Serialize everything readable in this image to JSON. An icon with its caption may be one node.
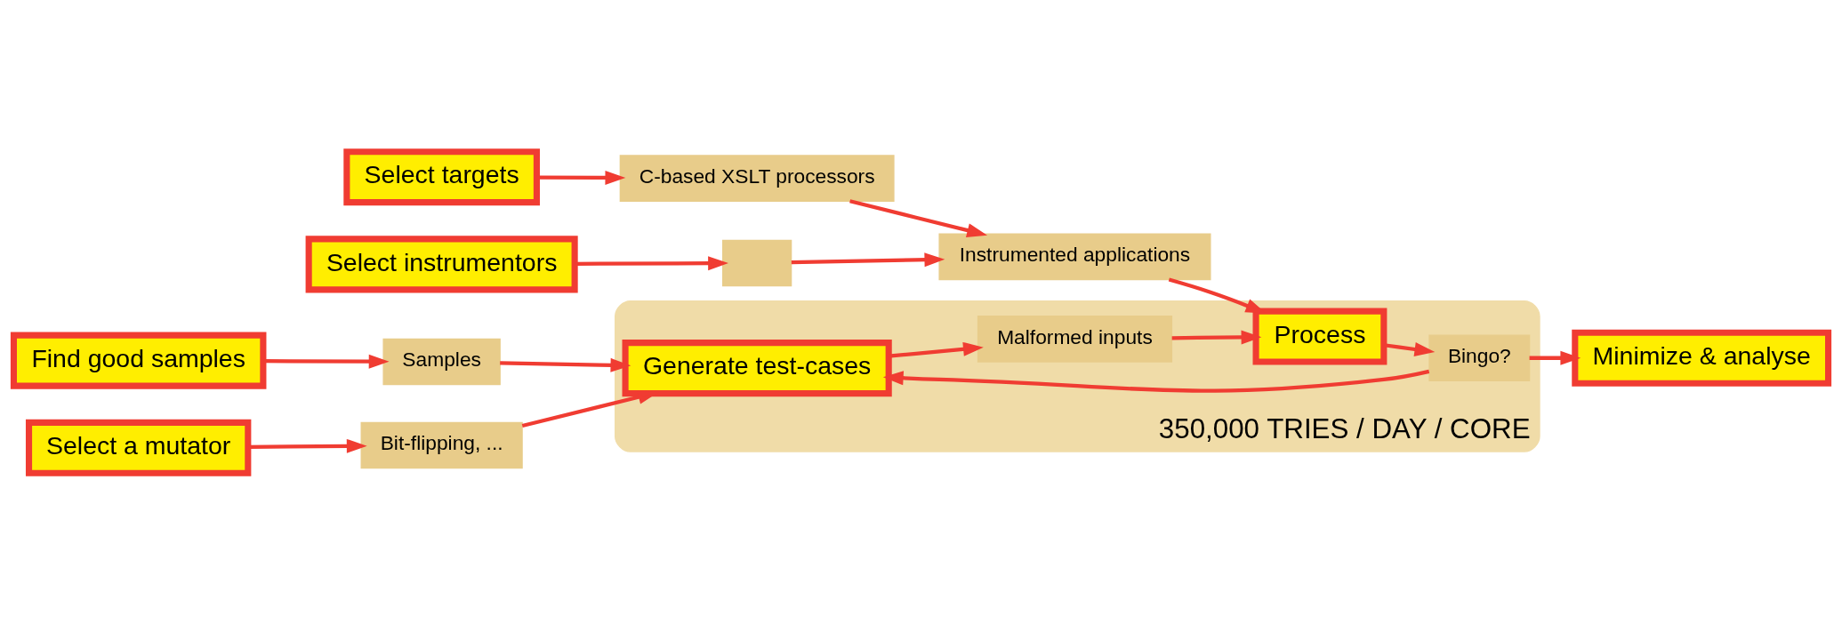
{
  "diagram": {
    "nodes": [
      {
        "text": [
          "350,000 TRIES / DAY / CORE"
        ]
      },
      {
        "text": [
          "Find good samples"
        ]
      },
      {
        "text": [
          "Samples"
        ]
      },
      {
        "text": [
          "Select a mutator"
        ]
      },
      {
        "text": [
          "Bit-flipping, ..."
        ]
      },
      {
        "text": [
          "Select targets"
        ]
      },
      {
        "text": [
          "C-based XSLT processors"
        ]
      },
      {
        "text": [
          "Select instrumentors"
        ]
      },
      {
        "text": [],
        "shape": "box"
      },
      {
        "text": [
          "Generate test-cases"
        ],
        "in": 0
      },
      {
        "text": [
          "Malformed inputs"
        ],
        "in": 0
      },
      {
        "text": [
          "Process"
        ],
        "in": 0
      },
      {
        "text": [
          "Bingo?"
        ],
        "in": 0
      },
      {
        "text": [
          "Instrumented applications"
        ]
      },
      {
        "text": [
          "Minimize & analyse"
        ]
      }
    ],
    "edges": [
      {
        "from": 1,
        "to": 2,
        "arrow": "to"
      },
      {
        "from": 2,
        "to": 9,
        "arrow": "to"
      },
      {
        "from": 3,
        "to": 4,
        "arrow": "to"
      },
      {
        "from": 4,
        "to": 9,
        "arrow": "to"
      },
      {
        "from": 9,
        "to": 10,
        "arrow": "to"
      },
      {
        "from": 10,
        "to": 11,
        "arrow": "to"
      },
      {
        "from": 11,
        "to": 12,
        "arrow": "to"
      },
      {
        "from": 12,
        "to": 9,
        "arrow": "to"
      },
      {
        "from": 5,
        "to": 6,
        "arrow": "to"
      },
      {
        "from": 6,
        "to": 13,
        "arrow": "to"
      },
      {
        "from": 7,
        "to": 8,
        "arrow": "to"
      },
      {
        "from": 8,
        "to": 13,
        "arrow": "to"
      },
      {
        "from": 13,
        "to": 11,
        "arrow": "to"
      },
      {
        "from": 12,
        "to": 14,
        "arrow": "to"
      }
    ]
  }
}
